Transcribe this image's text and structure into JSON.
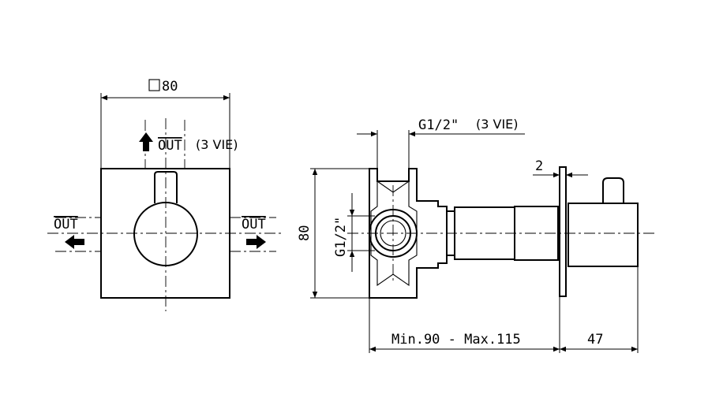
{
  "front_view": {
    "width_label": "80",
    "outlet_top_label": "OUT",
    "outlet_top_suffix": "(3 VIE)",
    "outlet_left_label": "OUT",
    "outlet_right_label": "OUT"
  },
  "side_view": {
    "thread_top_label": "G1/2\"",
    "thread_top_suffix": "(3 VIE)",
    "thread_side_label": "G1/2\"",
    "height_label": "80",
    "plate_label": "2",
    "depth_range_label": "Min.90 - Max.115",
    "knob_depth_label": "47"
  }
}
